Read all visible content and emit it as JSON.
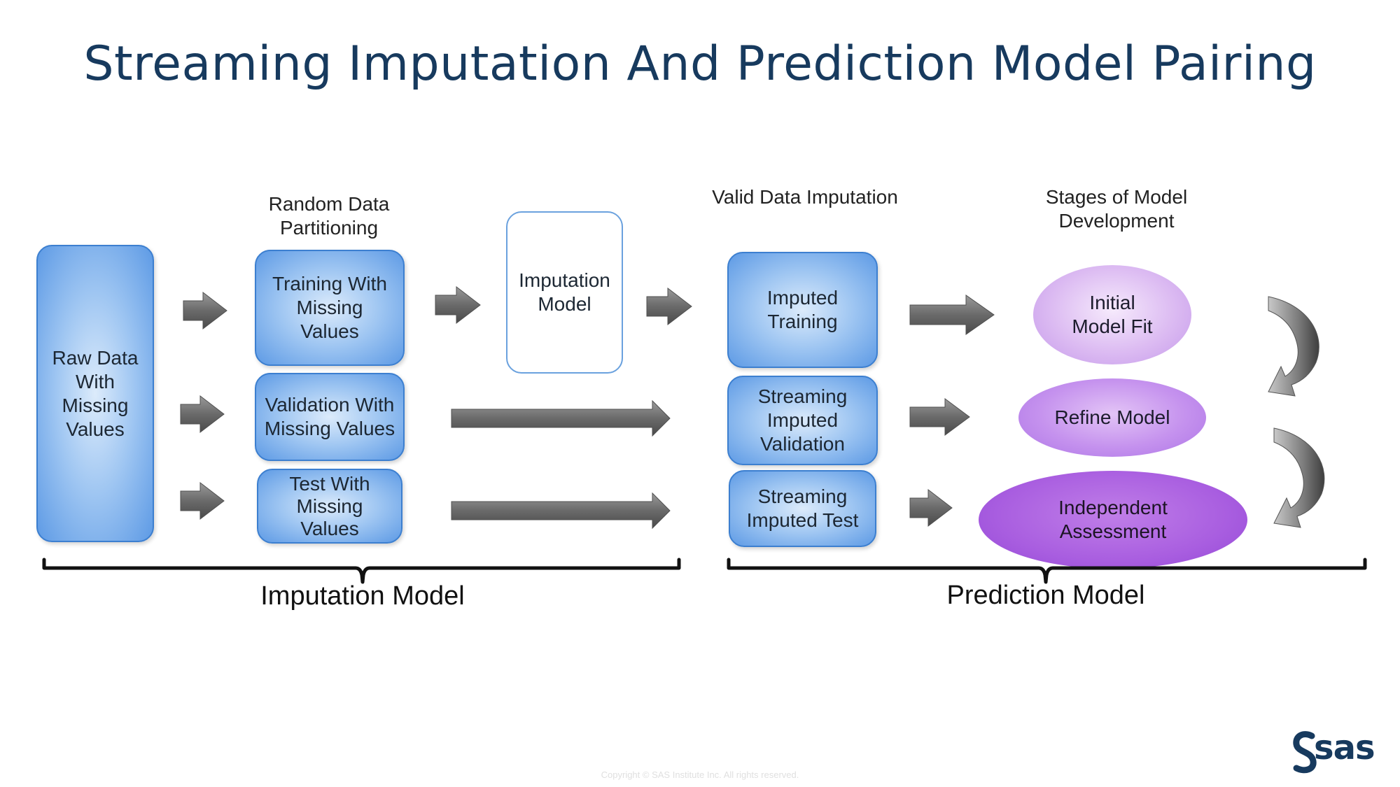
{
  "title": "Streaming Imputation And Prediction Model Pairing",
  "sections": {
    "partitioning_label": "Random Data\nPartitioning",
    "valid_imputation_label": "Valid Data Imputation",
    "stages_label": "Stages of Model\nDevelopment"
  },
  "nodes": {
    "raw_data": "Raw Data\nWith\nMissing\nValues",
    "training_missing": "Training With\nMissing\nValues",
    "validation_missing": "Validation With\nMissing Values",
    "test_missing": "Test With\nMissing\nValues",
    "imputation_model": "Imputation\nModel",
    "imputed_training": "Imputed\nTraining",
    "streaming_imputed_validation": "Streaming\nImputed\nValidation",
    "streaming_imputed_test": "Streaming\nImputed Test",
    "initial_model_fit": "Initial\nModel Fit",
    "refine_model": "Refine Model",
    "independent_assessment": "Independent\nAssessment"
  },
  "brackets": {
    "left": "Imputation Model",
    "right": "Prediction Model"
  },
  "footer": "Copyright © SAS Institute Inc. All rights reserved.",
  "logo_text": "sas",
  "colors": {
    "title": "#173a5e",
    "blue_box_border": "#3c7fd0",
    "arrow": "#6e6e6e",
    "bracket": "#111111"
  },
  "icons": {
    "arrow": "right-arrow-icon",
    "curved_arrow": "curved-down-arrow-icon",
    "logo": "sas-logo-icon"
  }
}
